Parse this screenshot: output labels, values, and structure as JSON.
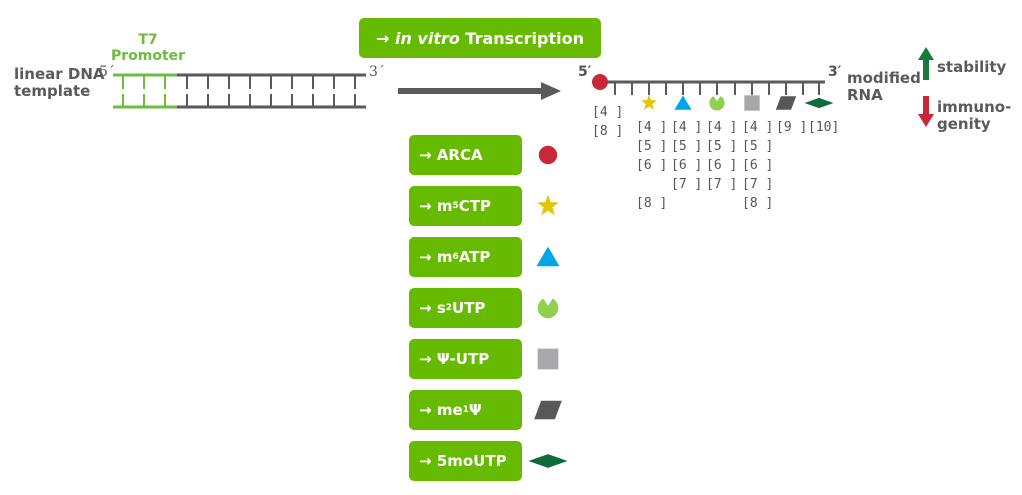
{
  "dna": {
    "label_line1": "linear DNA",
    "label_line2": "template",
    "promoter_line1": "T7",
    "promoter_line2": "Promoter",
    "five_prime": "5´",
    "three_prime": "3´"
  },
  "process": {
    "label_arrow": "→",
    "label_italic": "in vitro",
    "label_rest": "Transcription"
  },
  "rna": {
    "five_prime": "5′",
    "three_prime": "3′",
    "label_line1": "modified",
    "label_line2": "RNA"
  },
  "effects": [
    {
      "direction": "up",
      "label_line1": "stability",
      "label_line2": "",
      "color": "#1a7a3e"
    },
    {
      "direction": "down",
      "label_line1": "immuno-",
      "label_line2": "genity",
      "color": "#c8283a"
    }
  ],
  "modifications": [
    {
      "label_arrow": "→",
      "label_base": "ARCA",
      "label_sup": "",
      "label_tail": "",
      "icon": "circle-icon",
      "color": "#c8283a",
      "refs": [
        "[4 ]",
        "[8 ]"
      ]
    },
    {
      "label_arrow": "→",
      "label_base": "m",
      "label_sup": "5",
      "label_tail": "CTP",
      "icon": "star-icon",
      "color": "#e3c500",
      "refs": [
        "[4 ]",
        "[5 ]",
        "[6 ]",
        "",
        "[8 ]"
      ]
    },
    {
      "label_arrow": "→",
      "label_base": "m",
      "label_sup": "6",
      "label_tail": "ATP",
      "icon": "triangle-icon",
      "color": "#00a6e6",
      "refs": [
        "[4 ]",
        "[5 ]",
        "[6 ]",
        "[7 ]"
      ]
    },
    {
      "label_arrow": "→",
      "label_base": "s",
      "label_sup": "2",
      "label_tail": "UTP",
      "icon": "notched-circle-icon",
      "color": "#8fd14f",
      "refs": [
        "[4 ]",
        "[5 ]",
        "[6 ]",
        "[7 ]"
      ]
    },
    {
      "label_arrow": "→",
      "label_base": "Ψ-UTP",
      "label_sup": "",
      "label_tail": "",
      "icon": "square-icon",
      "color": "#a8a8aa",
      "refs": [
        "[4 ]",
        "[5 ]",
        "[6 ]",
        "[7 ]",
        "[8 ]"
      ]
    },
    {
      "label_arrow": "→",
      "label_base": "me",
      "label_sup": "1",
      "label_tail": "Ψ",
      "icon": "parallelogram-icon",
      "color": "#58585a",
      "refs": [
        "[9 ]"
      ]
    },
    {
      "label_arrow": "→",
      "label_base": "5moUTP",
      "label_sup": "",
      "label_tail": "",
      "icon": "diamond-icon",
      "color": "#0f6b3a",
      "refs": [
        "[10]"
      ]
    }
  ],
  "colors": {
    "button_green": "#66bb00",
    "promoter_green": "#6cbd3c",
    "strand_gray": "#5a5a5a"
  }
}
